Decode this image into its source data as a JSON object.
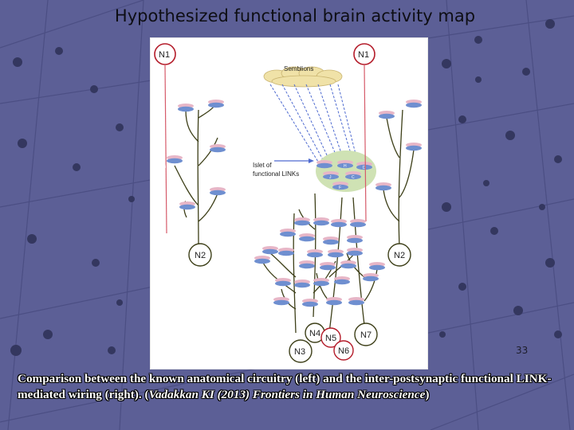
{
  "slide": {
    "title": "Hypothesized functional brain activity map",
    "slide_number": "33"
  },
  "figure": {
    "labels": {
      "n1_left": "N1",
      "n1_right": "N1",
      "n2_left": "N2",
      "n2_right": "N2",
      "n3": "N3",
      "n4": "N4",
      "n5": "N5",
      "n6": "N6",
      "n7": "N7",
      "semblions": "Semblions",
      "islet_line1": "Islet of",
      "islet_line2": "functional LINKs",
      "spine_b": "B",
      "spine_h": "H",
      "spine_d": "D",
      "spine_j": "J",
      "spine_c": "C",
      "spine_f": "F"
    },
    "colors": {
      "dendrite": "#3d3f18",
      "spine_blue": "#6f8fd0",
      "spine_pink": "#e7b6c7",
      "islet": "#cfe2b4",
      "semblion": "#f0e2a8"
    }
  },
  "caption": {
    "text": "Comparison between the known anatomical circuitry (left) and  the inter-postsynaptic functional LINK-mediated wiring (right). (",
    "reference": "Vadakkan KI (2013) Frontiers in Human Neuroscience",
    "close": ")"
  }
}
